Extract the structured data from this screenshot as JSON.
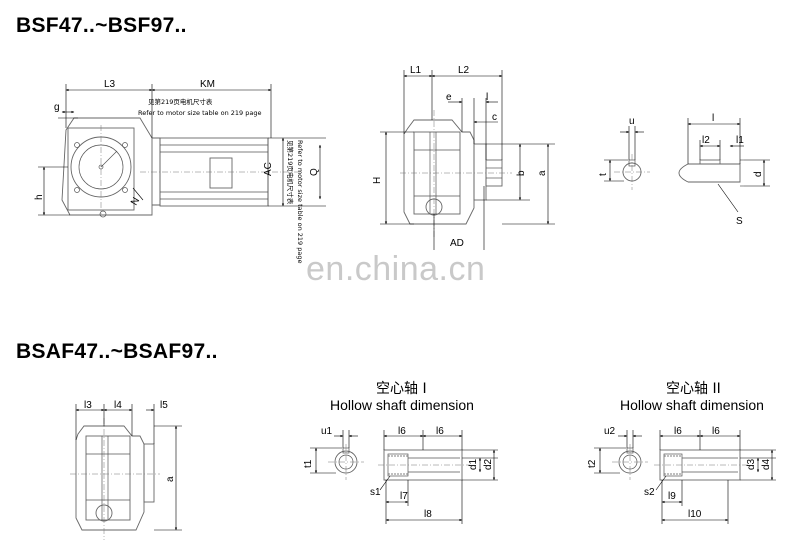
{
  "titles": {
    "bsf": "BSF47..~BSF97..",
    "bsaf": "BSAF47..~BSAF97.."
  },
  "watermark": "en.china.cn",
  "hollow_shaft_1": {
    "cn": "空心轴 I",
    "en": "Hollow shaft dimension"
  },
  "hollow_shaft_2": {
    "cn": "空心轴 II",
    "en": "Hollow shaft dimension"
  },
  "front_view": {
    "L3": "L3",
    "KM": "KM",
    "note_cn": "见第219页电机尺寸表",
    "note_en": "Refer to motor size table on 219 page",
    "AC": "AC",
    "Q": "Q",
    "h": "h",
    "g": "g",
    "N": "N"
  },
  "side_view": {
    "L1": "L1",
    "L2": "L2",
    "e": "e",
    "l": "l",
    "c": "c",
    "H": "H",
    "b": "b",
    "a": "a",
    "AD": "AD"
  },
  "shaft_detail": {
    "u": "u",
    "t": "t",
    "l": "l",
    "l2": "l2",
    "l1": "l1",
    "d": "d",
    "S": "S"
  },
  "bsaf_view": {
    "l3": "l3",
    "l4": "l4",
    "l5": "l5",
    "a": "a"
  },
  "hollow_1_dims": {
    "u1": "u1",
    "t1": "t1",
    "l6a": "l6",
    "l6b": "l6",
    "d1": "d1",
    "d2": "d2",
    "s1": "s1",
    "l7": "l7",
    "l8": "l8"
  },
  "hollow_2_dims": {
    "u2": "u2",
    "t2": "t2",
    "l6a": "l6",
    "l6b": "l6",
    "d3": "d3",
    "d4": "d4",
    "s2": "s2",
    "l9": "l9",
    "l10": "l10"
  }
}
